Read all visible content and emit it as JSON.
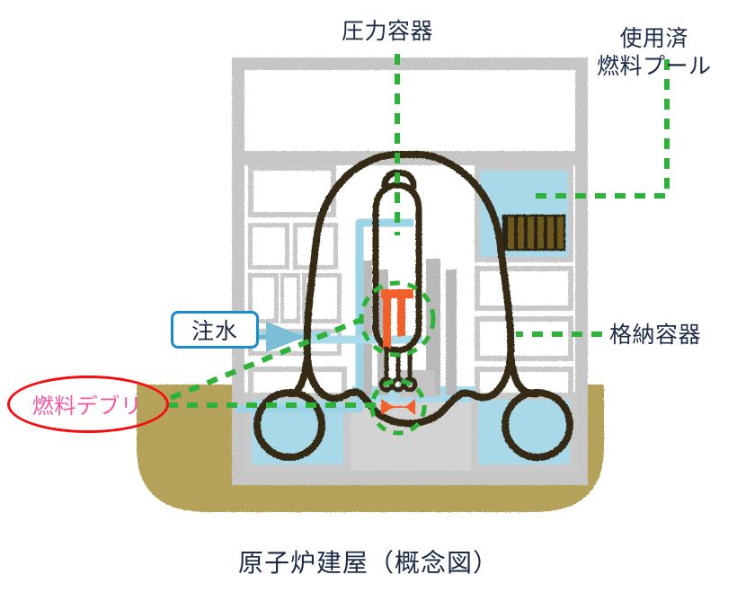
{
  "figure": {
    "caption": "原子炉建屋（概念図）",
    "labels": {
      "pressure_vessel": "圧力容器",
      "spent_fuel_pool_line1": "使用済",
      "spent_fuel_pool_line2": "燃料プール",
      "containment_vessel": "格納容器",
      "water_injection": "注水",
      "fuel_debris": "燃料デブリ"
    },
    "colors": {
      "wall_gray": "#b6b6b6",
      "wall_fill": "#d0d0d0",
      "vessel_outline": "#352a17",
      "water_blue": "#a9d9e8",
      "pipe_blue": "#9ed3e6",
      "soil_khaki": "#b4a15a",
      "debris_orange": "#f0602a",
      "leader_green": "#2fb23a",
      "ellipse_red": "#f60d0d",
      "debris_text_pink": "#ef5ba1",
      "injection_box_blue": "#1a8ccc",
      "fuel_rack_brown": "#6d5a1e",
      "text_navy": "#1c2b45"
    },
    "icons": {
      "water_arrow": "arrow-right-icon",
      "leader_pressure_vessel": "dashed-leader-icon",
      "leader_spent_fuel_pool": "dashed-leader-icon",
      "leader_containment_vessel": "dashed-leader-icon",
      "leader_fuel_debris_core": "dashed-leader-icon",
      "leader_fuel_debris_floor": "dashed-leader-icon",
      "callout_core_debris": "dashed-circle-icon",
      "callout_floor_debris": "dashed-circle-icon"
    }
  }
}
